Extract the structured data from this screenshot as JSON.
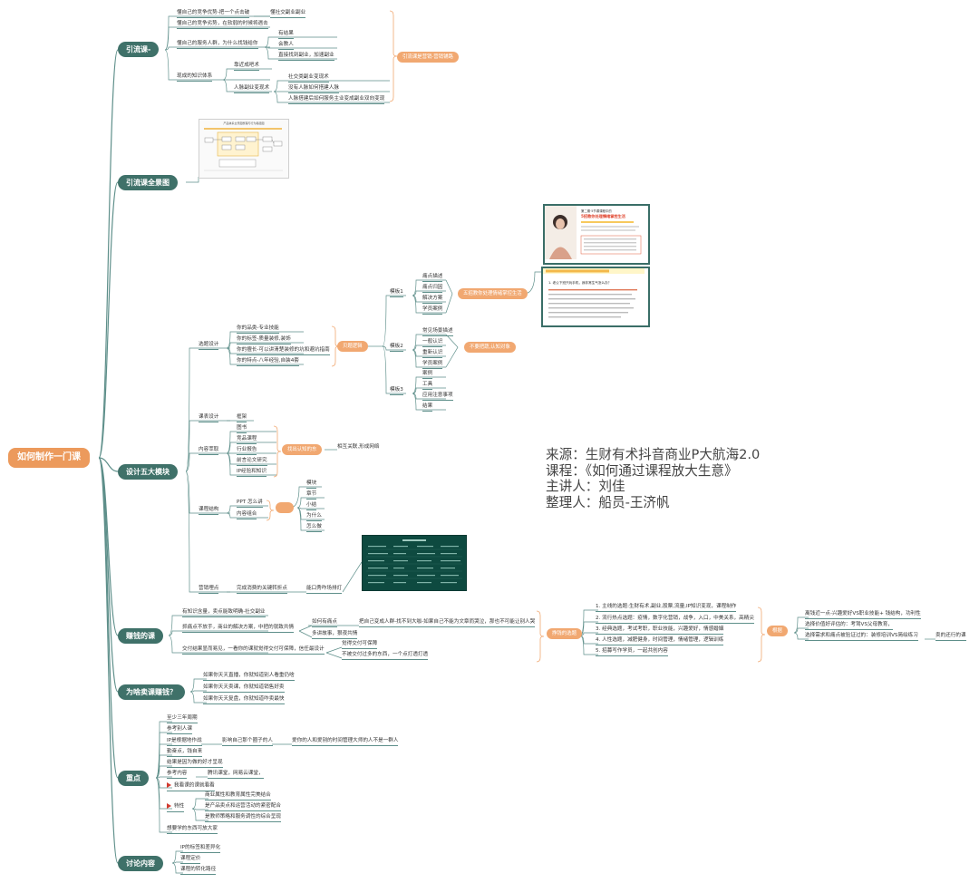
{
  "root": "如何制作一门课",
  "branches": {
    "b1": "引流课-",
    "b2": "引流课全景图",
    "b3": "设计五大模块",
    "b4": "赚钱的课",
    "b5": "为啥卖课赚钱？",
    "b6": "重点",
    "b7": "讨论内容"
  },
  "yinliu": {
    "a": "懂自己的竞争优势-把一个点击破",
    "a1": "懂社交副业副业",
    "b": "懂自己的竞争劣势，在软弱的时候将遇击",
    "c": "懂自己的服务人群，为什么找钱给你",
    "c1": "有结果",
    "c2": "会教人",
    "c3": "直接找到副业，加速副业",
    "d": "现成的知识体系",
    "d1": "靠近成吧术",
    "d2": "人脉副业变现术",
    "d21": "社交类副业变现术",
    "d22": "没有人脉如何搭建人脉",
    "d23": "人脉搭建后如何服务主业变成副业双向变现",
    "pill": "引流课是营销-营销铺路"
  },
  "quanjing": {
    "title": "产品体系全景图整理与行为路径图"
  },
  "wukuai": {
    "xuanti": "选题设计",
    "xt1": "你的品类-专业技能",
    "xt2": "你的标签-质量装修,装饰",
    "xt3": "你的擅长-可以讲清楚装修的坑和避坑指南",
    "xt4": "你的特点-八年经验,自装4套",
    "tiaozheng": "贝题逻辑",
    "mb1": "模板1",
    "mb1a": "痛点描述",
    "mb1b": "痛点归因",
    "mb1c": "解决方案",
    "mb1d": "学员案例",
    "mb1pill": "五招教你处理情绪掌控生活",
    "mb2": "模板2",
    "mb2a": "常见场景描述",
    "mb2b": "一般认识",
    "mb2c": "重新认识",
    "mb2d": "学员案例",
    "mb2pill": "不要把蔬,认知对象",
    "mb3": "模板3",
    "mb3a": "案例",
    "mb3b": "工具",
    "mb3c": "应用注意事项",
    "mb3d": "结果",
    "kebiao": "课表设计",
    "kb1": "框架",
    "neirong": "内容萃取",
    "nr1": "图书",
    "nr2": "竞品课程",
    "nr3": "行业报告",
    "nr4": "前言论文研究",
    "nr5": "IP经验和知识",
    "nrpill": "找出认知的东",
    "nrtail": "相互关联,形成网络",
    "jiegou": "课程结构",
    "jg1": "PPT 怎么讲",
    "jg2": "内容组合",
    "jgpill": "",
    "jga": "模块",
    "jgb": "章节",
    "jgc": "小结",
    "jgd": "为什么",
    "jge": "怎么做",
    "yingxiao": "营销埋点",
    "yx1": "完成消费的关键转折点",
    "yx2": "能口秀咋场排灯"
  },
  "zhuanqian": {
    "a": "有知识含量，卖点能致明确-社交副业",
    "b": "抓痛点不放手，商业的解决方案，中把的就致共情",
    "b1": "如何有痛点",
    "b1t": "把自己变成人群-找不到大咖-如果自己不能为文章而哭泣，那也不可能让别人哭",
    "b2": "多讲故事，狠夜共情",
    "c": "交付结果显而易见，一看你的课就觉得交付可保障，信任最设计",
    "c1": "觉得交付可保障",
    "c2": "不被交付过多的东西，一个点打透打透",
    "pill": "挣钱的选题",
    "r1": "1. 主线的选题:生财有术,副业,股票,流量,IP知识变现，课程制作",
    "r2": "2. 流行热点选题：疫情，数字化营销，战争，入口，中美关系，高精尖",
    "r3": "3. 经典选题，考试考职，职业技能，兴趣爱好，情感婚姻",
    "r4": "4. 人性选题，减肥健身，时间管理，情绪管理，逻辑训练",
    "r5": "5. 招募写作学员，一起共创内容",
    "pill2": "根据",
    "s1": "离钱近一点-兴趣爱好VS职业技能+ 钱结构，功利性",
    "s2": "选择价值好评估的：考驾VS父母教育，",
    "s3": "选择需求和痛点被验证过的：装修培训VS简绘练习",
    "s3t": "卖的还行的课"
  },
  "weisha": {
    "a": "如果你天天直播，你就知道别人看重仍啥",
    "b": "如果你天天卖课，你就知道销售好卖",
    "c": "如果你天天复盘，你就知道咋卖最快"
  },
  "zhongdian": {
    "a": "至少三年周期",
    "b": "参考别人课",
    "c": "IP是根据地作战",
    "c1": "影响自己那个圈子的人",
    "c2": "爱你的人和爱别的时间管理大师的人不是一群人",
    "d": "勤奋点，钱自来",
    "e": "结果是因为做的好才呈现",
    "f": "参考内容",
    "f1": "腾讯课堂，网易云课堂，",
    "g": "我看课的课就看看",
    "h": "特性",
    "h1": "商业属性和教育属性完美结合",
    "h2": "是产品卖点和运营活动的紧密配合",
    "h3": "是教师策略和服务调性的综合呈现",
    "i": "想要学的东西可放大家"
  },
  "taolun": {
    "a": "IP的标签和差异化",
    "b": "课程定价",
    "c": "课程的转化路径"
  },
  "credits": {
    "l1": "来源：生财有术抖音商业P大航海2.0",
    "l2": "课程：《如何通过课程放大生意》",
    "l3": "主讲人：刘佳",
    "l4": "整理人：船员-王济帆"
  },
  "thumb1": {
    "h1": "第二期·5节课课程中的",
    "h2": "5招教你处理情绪掌控生活"
  },
  "thumb2": {
    "title": "1. 老公下班只玩手机，我非常生气怎么办？"
  },
  "colors": {
    "branch": "#3f7169",
    "root": "#ec9a5c",
    "pill": "#f1a871",
    "line": "#5e8f8a"
  }
}
